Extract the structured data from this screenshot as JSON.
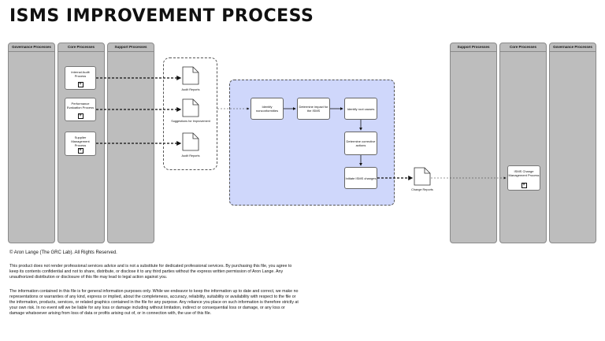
{
  "title": "ISMS IMPROVEMENT PROCESS",
  "lanes_left": [
    "Governance Processes",
    "Core Processes",
    "Support Processes"
  ],
  "lanes_right": [
    "Support Processes",
    "Core Processes",
    "Governance Processes"
  ],
  "core_processes_left": [
    {
      "label": "Internal Audit Process",
      "icon": "plus-icon"
    },
    {
      "label": "Performance Evaluation Process",
      "icon": "plus-icon"
    },
    {
      "label": "Supplier Management Process",
      "icon": "plus-icon"
    }
  ],
  "documents": [
    "Audit Reports",
    "Suggestions for Improvement",
    "Audit Reports"
  ],
  "steps": {
    "identify": "Identify nonconformities",
    "determine_impact": "Determine impact for the ISMS",
    "root_causes": "Identify root causes",
    "corrective": "Determine corrective actions",
    "initiate": "Initiate ISMS changes"
  },
  "change_reports": "Change Reports",
  "change_process": {
    "label": "ISMS Change Management Process",
    "icon": "plus-icon"
  },
  "colors": {
    "lane": "#bdbdbd",
    "improvement_area": "#cfd7fb"
  },
  "footer": {
    "copyright": "© Aron Lange (The GRC Lab). All Rights Reserved.",
    "para1": "This product does not render professional services advice and is not a substitute for dedicated professional services. By purchasing this file, you agree to keep its contents confidential and not to share, distribute, or disclose it to any third parties without the express written permission of Aron Lange. Any unauthorized distribution or disclosure of this file may lead to legal action against you.",
    "para2": "The information contained in this file is for general information purposes only. While we endeavor to keep the information up to date and correct, we make no representations or warranties of any kind, express or implied, about the completeness, accuracy, reliability, suitability or availability with respect to the file or the information, products, services, or related graphics contained in the file for any purpose. Any reliance you place on such information is therefore strictly at your own risk. In no event will we be liable for any loss or damage including without limitation, indirect or consequential loss or damage, or any loss or damage whatsoever arising from loss of data or profits arising out of, or in connection with, the use of this file."
  }
}
